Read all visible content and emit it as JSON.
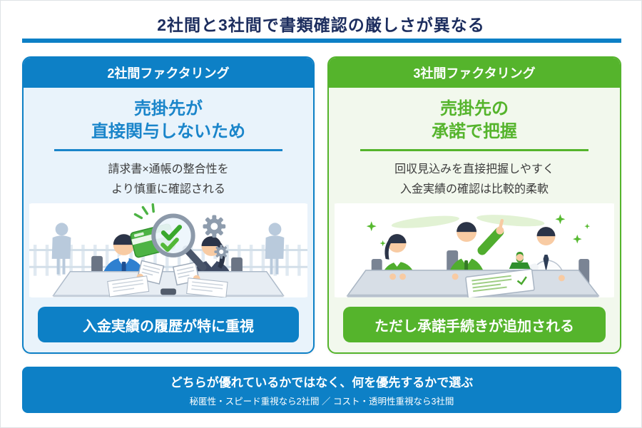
{
  "title": "2社間と3社間で書類確認の厳しさが異なる",
  "colors": {
    "accent_blue": "#0d80c6",
    "accent_green": "#55b42c",
    "title_navy": "#1c2d5e",
    "left_card_bg": "#e9f3fb",
    "right_card_bg": "#f2f8ed"
  },
  "cards": {
    "left": {
      "header": "2社間ファクタリング",
      "heading_line1": "売掛先が",
      "heading_line2": "直接関与しないため",
      "body_line1": "請求書×通帳の整合性を",
      "body_line2": "より慎重に確認される",
      "badge": "入金実績の履歴が特に重視"
    },
    "right": {
      "header": "3社間ファクタリング",
      "heading_line1": "売掛先の",
      "heading_line2": "承諾で把握",
      "body_line1": "回収見込みを直接把握しやすく",
      "body_line2": "入金実績の確認は比較的柔軟",
      "badge": "ただし承諾手続きが追加される"
    }
  },
  "footer": {
    "line1": "どちらが優れているかではなく、何を優先するかで選ぶ",
    "line2": "秘匿性・スピード重視なら2社間 ／ コスト・透明性重視なら3社間"
  },
  "icons": {
    "left_illustration": "magnifier-check-review-illustration",
    "right_illustration": "three-party-stamp-agreement-illustration"
  }
}
